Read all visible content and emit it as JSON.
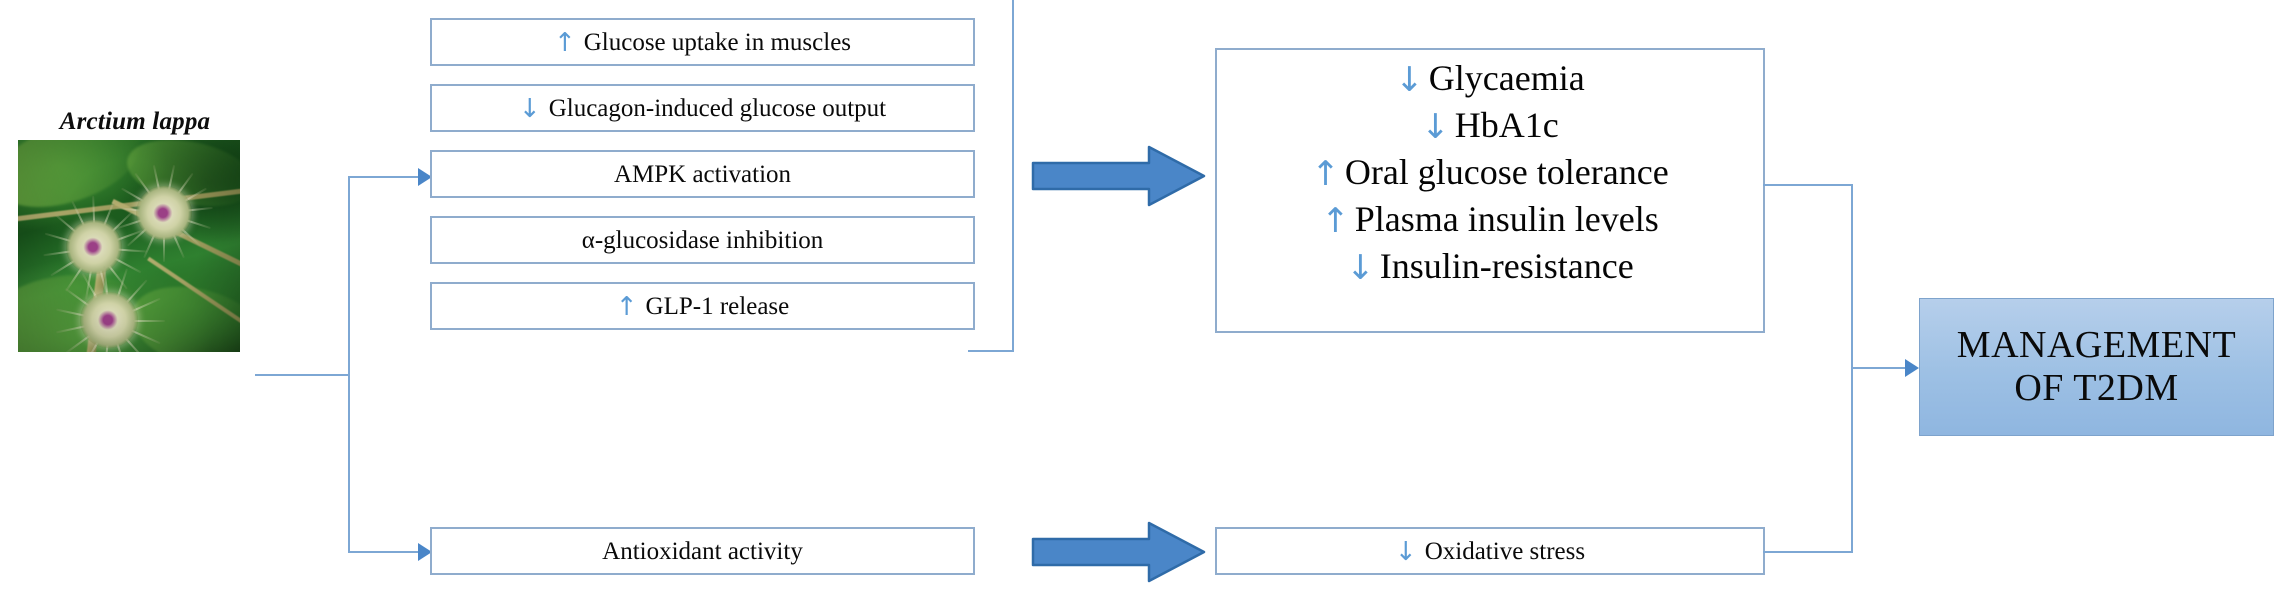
{
  "diagram": {
    "title": "Arctium lappa mechanisms for management of T2DM",
    "source_label": "Arctium lappa",
    "colors": {
      "box_border": "#8faccd",
      "connector": "#7da7d4",
      "block_arrow_fill": "#4a86c8",
      "block_arrow_stroke": "#2f6ba8",
      "terminal_fill": "#9dc0e4",
      "arrow_glyph": "#5b9bd5",
      "text": "#0a0a0a"
    },
    "icons": {
      "up_arrow": "↑",
      "down_arrow": "↓"
    },
    "mechanisms": [
      {
        "arrow": "↑",
        "label": "Glucose  uptake in muscles"
      },
      {
        "arrow": "↓",
        "label": "Glucagon-induced  glucose output"
      },
      {
        "arrow": "",
        "label": "AMPK  activation"
      },
      {
        "arrow": "",
        "label": "α-glucosidase  inhibition"
      },
      {
        "arrow": "↑",
        "label": "GLP-1 release"
      }
    ],
    "secondary_mechanism": {
      "arrow": "",
      "label": "Antioxidant  activity"
    },
    "outcomes": [
      {
        "arrow": "↓",
        "label": "Glycaemia"
      },
      {
        "arrow": "↓",
        "label": "HbA1c"
      },
      {
        "arrow": "↑",
        "label": "Oral glucose tolerance"
      },
      {
        "arrow": "↑",
        "label": "Plasma insulin levels"
      },
      {
        "arrow": "↓",
        "label": "Insulin-resistance"
      }
    ],
    "secondary_outcome": {
      "arrow": "↓",
      "label": "Oxidative  stress"
    },
    "terminal": {
      "line1": "MANAGEMENT",
      "line2": "OF T2DM"
    }
  }
}
